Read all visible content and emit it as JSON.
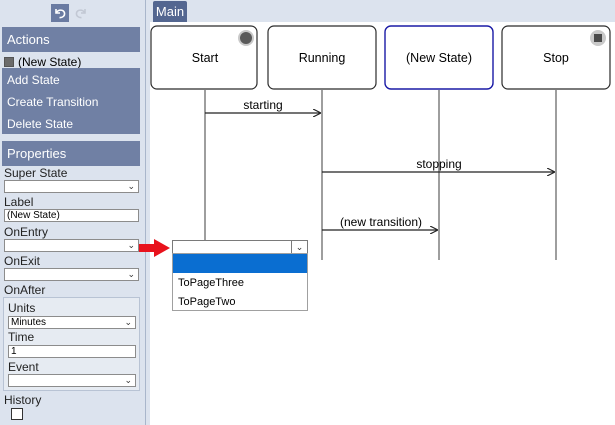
{
  "toolbar": {
    "undo_icon": "undo-icon",
    "redo_icon": "redo-icon"
  },
  "actions": {
    "header": "Actions",
    "selected_state": "(New State)",
    "items": [
      "Add State",
      "Create Transition",
      "Delete State"
    ]
  },
  "properties": {
    "header": "Properties",
    "super_state": {
      "label": "Super State",
      "value": ""
    },
    "label": {
      "label": "Label",
      "value": "(New State)"
    },
    "on_entry": {
      "label": "OnEntry",
      "value": ""
    },
    "on_exit": {
      "label": "OnExit",
      "value": ""
    },
    "on_after": {
      "label": "OnAfter",
      "units": {
        "label": "Units",
        "value": "Minutes"
      },
      "time": {
        "label": "Time",
        "value": "1"
      },
      "event": {
        "label": "Event",
        "value": ""
      }
    },
    "history": {
      "label": "History",
      "checked": false
    }
  },
  "main": {
    "tab": "Main",
    "states": [
      {
        "name": "Start",
        "marker": "initial"
      },
      {
        "name": "Running",
        "marker": ""
      },
      {
        "name": "(New State)",
        "marker": "",
        "selected": true
      },
      {
        "name": "Stop",
        "marker": "final"
      }
    ],
    "transitions": [
      {
        "label": "starting",
        "from": "Start",
        "to": "Running"
      },
      {
        "label": "stopping",
        "from": "Running",
        "to": "Stop"
      },
      {
        "label": "(new transition)",
        "from": "Running",
        "to": "(New State)"
      }
    ],
    "dropdown": {
      "value": "",
      "options": [
        "",
        "ToPageThree",
        "ToPageTwo"
      ],
      "highlighted_index": 0
    }
  },
  "colors": {
    "panel_bg": "#dce3ee",
    "header_bg": "#7080a4",
    "tab_bg": "#536690",
    "selected_border": "#1a1aa6",
    "highlight": "#0a6ed1",
    "arrow_red": "#e8121c"
  }
}
